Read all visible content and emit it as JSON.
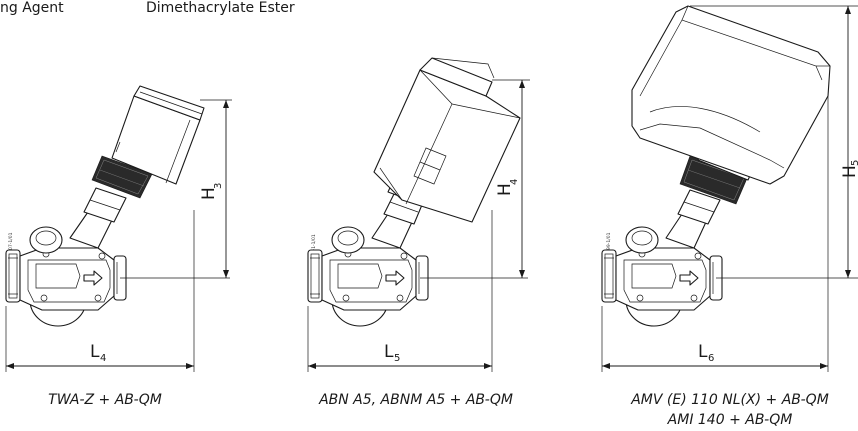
{
  "header": {
    "left_fragment": "ng Agent",
    "right_fragment": "Dimethacrylate Ester"
  },
  "figures": [
    {
      "caption_lines": [
        "TWA-Z + AB-QM"
      ],
      "height_symbol": "H",
      "height_index": "3",
      "length_symbol": "L",
      "length_index": "4",
      "drawing_code": "MCXD-107-1/01"
    },
    {
      "caption_lines": [
        "ABN A5, ABNM A5 + AB-QM"
      ],
      "height_symbol": "H",
      "height_index": "4",
      "length_symbol": "L",
      "length_index": "5",
      "drawing_code": "BY-DQM-1-1/01"
    },
    {
      "caption_lines": [
        "AMV (E) 110 NL(X) + AB-QM",
        "AMI 140 + AB-QM"
      ],
      "height_symbol": "H",
      "height_index": "5",
      "length_symbol": "L",
      "length_index": "6",
      "drawing_code": "MCXD-199-1/01"
    }
  ]
}
